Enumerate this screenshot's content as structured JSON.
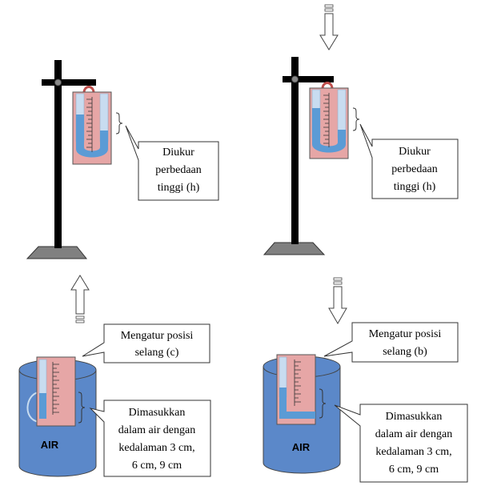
{
  "colors": {
    "stand": "#000000",
    "base": "#808080",
    "manometer_body": "#e6a6a6",
    "manometer_tube": "#c8dcf0",
    "manometer_fluid": "#5b9bd5",
    "water": "#5b88c9",
    "hose_loop": "#c0504d"
  },
  "panel_left": {
    "top_callout": [
      "Diukur",
      "perbedaan",
      "tinggi (h)"
    ],
    "bottom_callout_top": [
      "Mengatur posisi",
      "selang (c)"
    ],
    "bottom_callout_side": [
      "Dimasukkan",
      "dalam air dengan",
      "kedalaman 3 cm,",
      "6 cm, 9 cm"
    ],
    "water_label": "AIR"
  },
  "panel_right": {
    "top_callout": [
      "Diukur",
      "perbedaan",
      "tinggi (h)"
    ],
    "bottom_callout_top": [
      "Mengatur posisi",
      "selang (b)"
    ],
    "bottom_callout_side": [
      "Dimasukkan",
      "dalam air dengan",
      "kedalaman 3 cm,",
      "6 cm, 9 cm"
    ],
    "water_label": "AIR"
  }
}
